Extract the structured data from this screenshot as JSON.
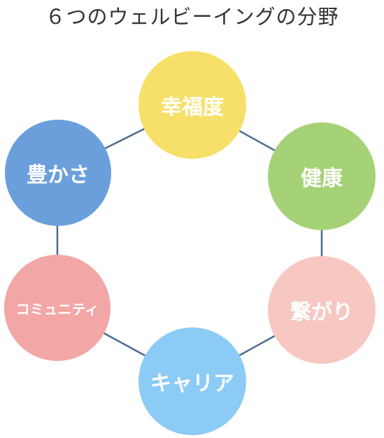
{
  "title": "６つのウェルビーイングの分野",
  "colors": {
    "connector": "#4b6a8f",
    "wealth": "#6a9fdb",
    "happiness": "#f7e06a",
    "health": "#a5d276",
    "connections": "#f7c8c2",
    "career": "#8ccbf6",
    "community": "#f2a6a6"
  },
  "nodes": {
    "wealth": {
      "label": "豊かさ"
    },
    "happiness": {
      "label": "幸福度"
    },
    "health": {
      "label": "健康"
    },
    "connections": {
      "label": "繋がり"
    },
    "career": {
      "label": "キャリア"
    },
    "community": {
      "label": "コミュニティ"
    }
  }
}
